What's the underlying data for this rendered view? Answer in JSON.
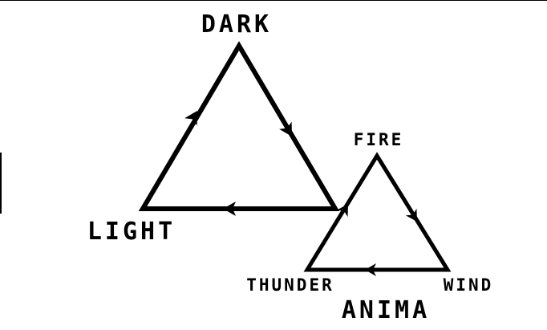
{
  "diagram": {
    "big_triangle": {
      "top_label": "DARK",
      "left_label": "LIGHT"
    },
    "small_triangle": {
      "top_label": "FIRE",
      "left_label": "THUNDER",
      "right_label": "WIND",
      "bottom_label": "ANIMA"
    }
  },
  "colors": {
    "ink": "#000000",
    "background": "#ffffff"
  }
}
